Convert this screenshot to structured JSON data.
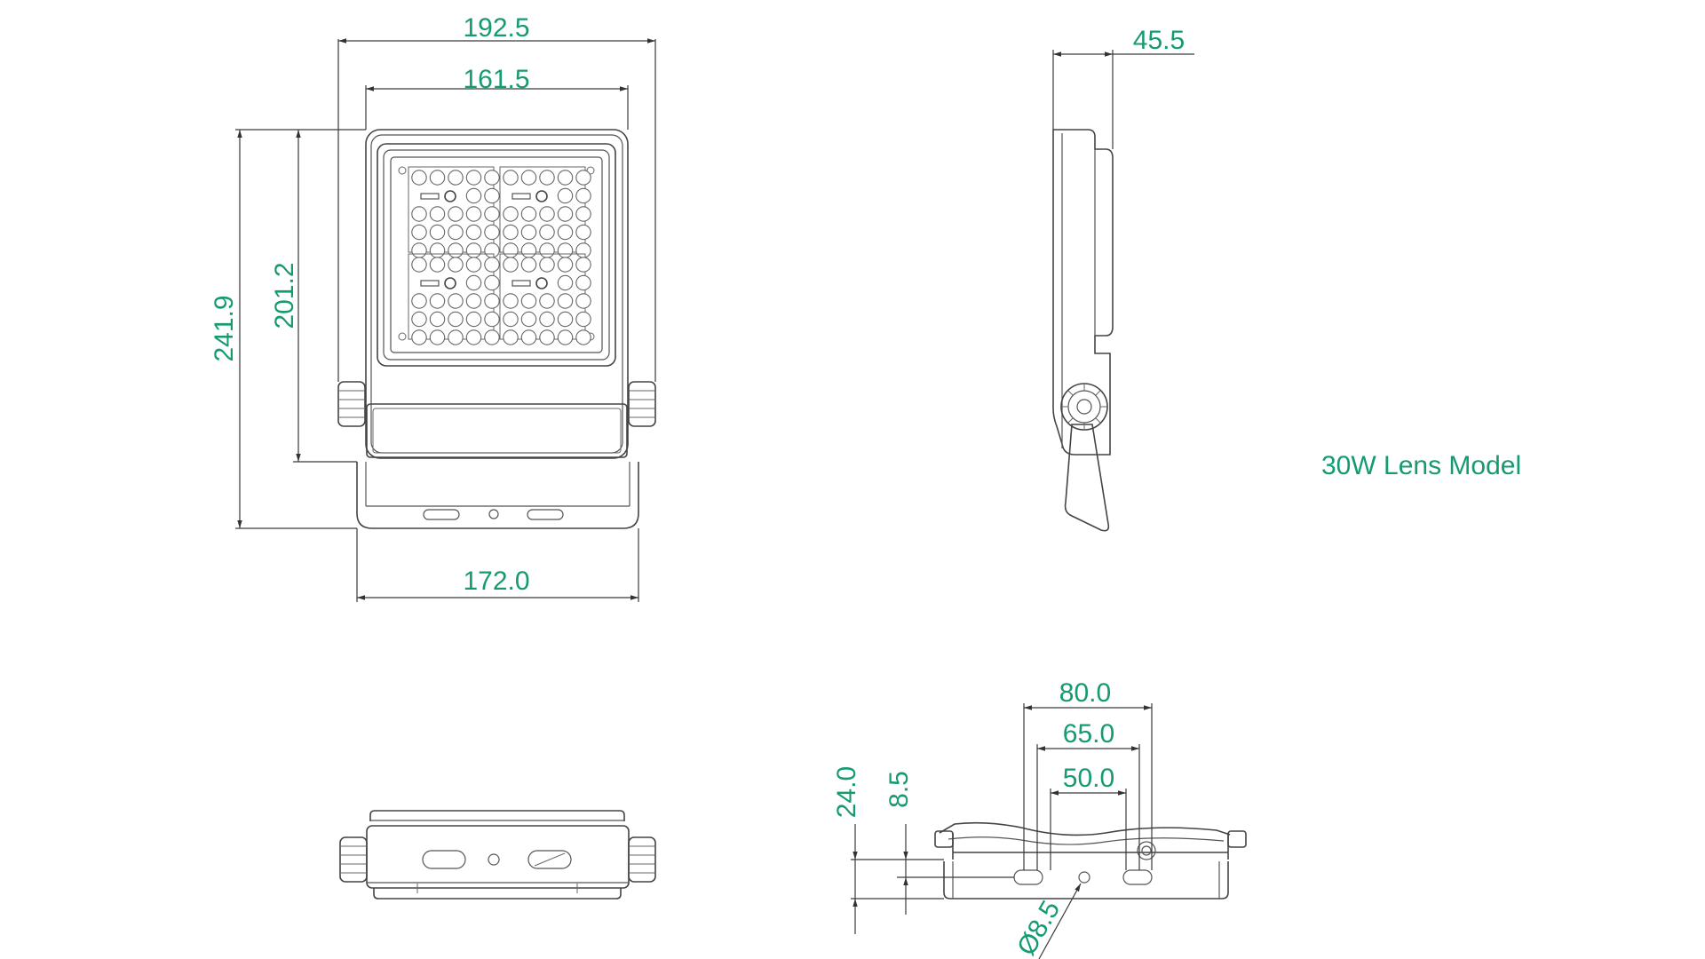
{
  "title": "30W Lens Model",
  "colors": {
    "dimension_text": "#159a72",
    "outline": "#444444"
  },
  "front_view": {
    "overall_width": "192.5",
    "lens_width": "161.5",
    "base_width": "172.0",
    "overall_height": "241.9",
    "body_height": "201.2"
  },
  "side_view": {
    "depth": "45.5"
  },
  "bottom_view": {
    "slot_outer": "80.0",
    "slot_mid": "65.0",
    "slot_inner": "50.0",
    "height_total": "24.0",
    "height_offset": "8.5",
    "hole_diameter": "Ø8.5"
  }
}
